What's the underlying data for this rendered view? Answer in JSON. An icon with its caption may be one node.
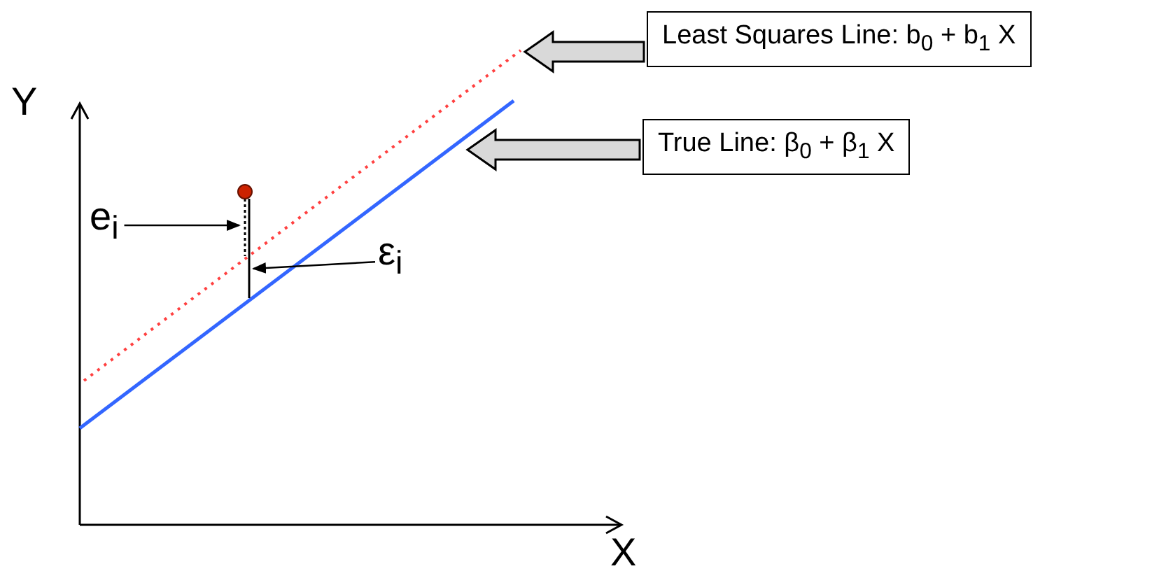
{
  "diagram": {
    "nodes": [
      {
        "text": [
          "Least Squares Line: b$_{0}$ + b$_{1}$ X"
        ]
      },
      {
        "text": [
          "True Line: β$_{0}$ + β$_{1}$ X"
        ]
      },
      {
        "text": [
          "e$_{i}$"
        ]
      },
      {
        "text": [
          "ε$_{i}$"
        ]
      }
    ],
    "edges": [
      {
        "from": 0,
        "to": null,
        "arrow": "to",
        "style": "thick"
      },
      {
        "from": 1,
        "to": null,
        "arrow": "to",
        "style": "thick"
      },
      {
        "from": 2,
        "to": null,
        "arrow": "to"
      },
      {
        "from": 3,
        "to": null,
        "arrow": "to"
      }
    ],
    "labels": [
      "Y",
      "X"
    ]
  }
}
